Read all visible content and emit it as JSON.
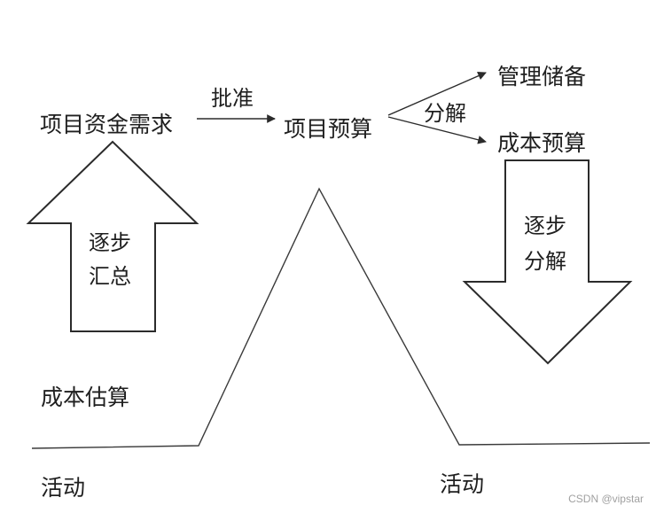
{
  "labels": {
    "project_funding_requirement": "项目资金需求",
    "approve": "批准",
    "project_budget": "项目预算",
    "decompose": "分解",
    "management_reserve": "管理储备",
    "cost_budget": "成本预算",
    "cost_estimate": "成本估算",
    "activity_left": "活动",
    "activity_right": "活动"
  },
  "up_arrow": {
    "line1": "逐步",
    "line2": "汇总"
  },
  "down_arrow": {
    "line1": "逐步",
    "line2": "分解"
  },
  "watermark": "CSDN @vipstar"
}
